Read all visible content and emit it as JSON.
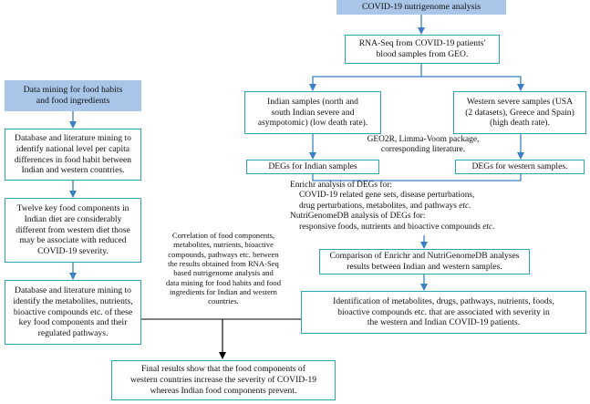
{
  "headers": {
    "nutrigenome": "COVID-19 nutrigenome analysis",
    "data_mining": "Data mining for food habits\nand food ingredients"
  },
  "right_flow": {
    "rnaseq": "RNA-Seq from COVID-19 patients'\nblood samples from GEO.",
    "indian_samples": "Indian samples (north and\nsouth Indian severe and\nasympotomic) (low death rate).",
    "western_samples": "Western severe samples (USA\n(2 datasets), Greece and Spain)\n(high death rate).",
    "geo2r": "GEO2R, Limma-Voom package,\ncorresponding literature.",
    "degs_indian": "DEGs for Indian samples",
    "degs_western": "DEGs for western samples.",
    "enrichr_title": "Enrichr analysis of DEGs for:",
    "enrichr_line1": "COVID-19 related gene sets, disease perturbations,",
    "enrichr_line2": "drug perturbations, metabolites, and pathways ",
    "enrichr_etc": "etc.",
    "nutri_title": "NutriGenomeDB analysis of DEGs for:",
    "nutri_line": "responsive foods, nutrients and bioactive compounds ",
    "nutri_etc": "etc.",
    "comparison": "Comparison of Enrichr and NutriGenomeDB analyses\nresults between  Indian and western samples.",
    "identification": "Identification of metabolites, drugs, pathways, nutrients, foods,\nbioactive compounds etc. that are associated with severity in\nthe western and Indian COVID-19 patients."
  },
  "left_flow": {
    "db_mining_1": "Database and literature mining to\nidentify national level per capita\ndifferences in food habit between\nIndian and western countries.",
    "twelve_components": "Twelve key food components in\nIndian diet are considerably\ndifferent from western diet those\nmay be associate with reduced\nCOVID-19 severity.",
    "db_mining_2": "Database and literature mining to\nidentify the metabolites, nutrients,\nbioactive compounds etc. of these\nkey food components and their\nregulated pathways."
  },
  "correlation": "Correlation of food components,\nmetabolites, nutrients, bioactive\ncompounds, pathways etc. between\nthe results obtained from RNA-Seq\nbased nutrigenome analysis and\ndata mining for food habits and food\ningredients for Indian and western\ncountries.",
  "final_result": "Final results show that the food components of\nwestern countries increase the severity of COVID-19\nwhereas Indian food components prevent.",
  "colors": {
    "box_border": "#2aa7b5",
    "header_fill": "#a9c6e8",
    "arrow": "#3b7fc4",
    "line": "#000000"
  }
}
